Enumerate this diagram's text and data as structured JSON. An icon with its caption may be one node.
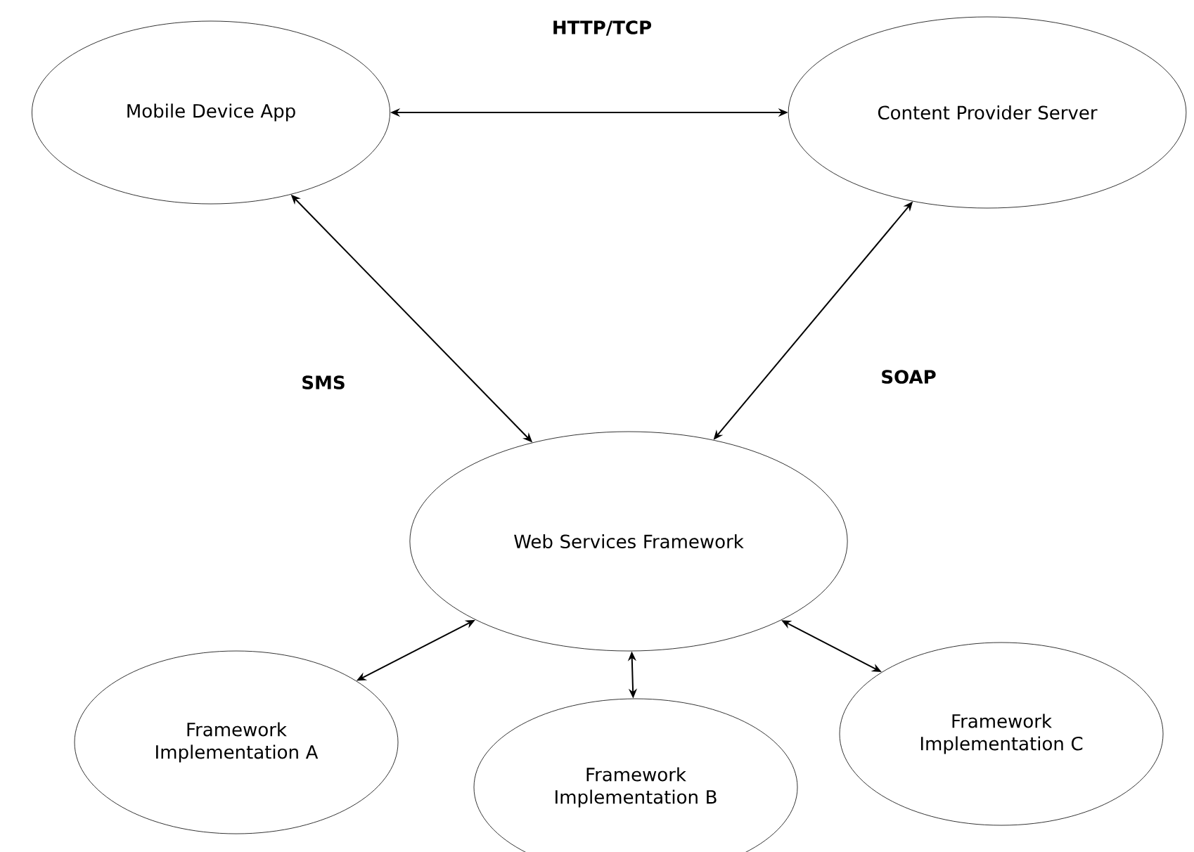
{
  "diagram": {
    "nodes": [
      {
        "text": [
          "Mobile Device App"
        ]
      },
      {
        "text": [
          "Content Provider Server"
        ]
      },
      {
        "text": [
          "Web Services Framework"
        ]
      },
      {
        "text": [
          "Framework Implementation A"
        ]
      },
      {
        "text": [
          "Framework Implementation B"
        ]
      },
      {
        "text": [
          "Framework Implementation C"
        ]
      }
    ],
    "edges": [
      {
        "from": 0,
        "to": 1,
        "arrow": "both",
        "label": "HTTP/TCP"
      },
      {
        "from": 0,
        "to": 2,
        "arrow": "both",
        "label": "SMS"
      },
      {
        "from": 1,
        "to": 2,
        "arrow": "both",
        "label": "SOAP"
      },
      {
        "from": 2,
        "to": 3,
        "arrow": "both"
      },
      {
        "from": 2,
        "to": 4,
        "arrow": "both"
      },
      {
        "from": 2,
        "to": 5,
        "arrow": "both"
      }
    ]
  }
}
